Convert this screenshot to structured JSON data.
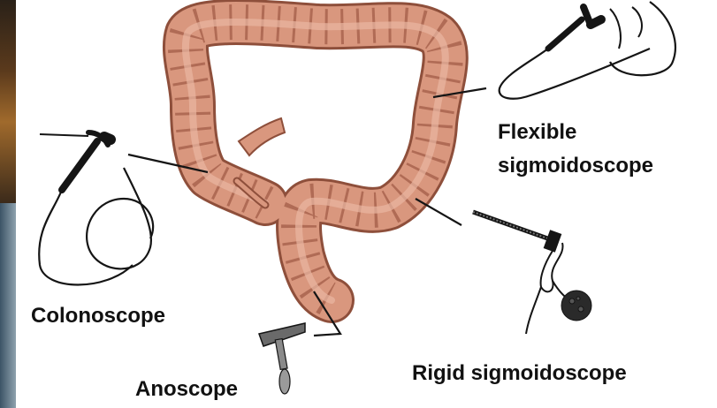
{
  "labels": {
    "colonoscope": "Colonoscope",
    "flexible_line1": "Flexible",
    "flexible_line2": "sigmoidoscope",
    "rigid": "Rigid sigmoidoscope",
    "anoscope": "Anoscope"
  },
  "colors": {
    "colon_fill": "#d9977e",
    "colon_stroke": "#8e4f3b",
    "colon_fold": "#b06b55",
    "instrument": "#151515",
    "background": "#ffffff"
  }
}
